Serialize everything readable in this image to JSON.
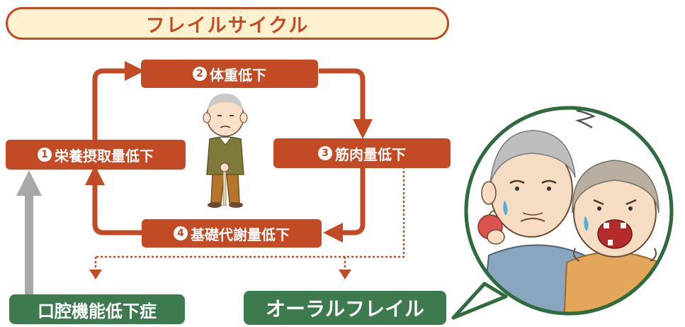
{
  "title": "フレイルサイクル",
  "steps": [
    {
      "num": "1",
      "label": "栄養摂取量低下"
    },
    {
      "num": "2",
      "label": "体重低下"
    },
    {
      "num": "3",
      "label": "筋肉量低下"
    },
    {
      "num": "4",
      "label": "基礎代謝量低下"
    }
  ],
  "outcomes": {
    "oral_decline": "口腔機能低下症",
    "oral_frailty": "オーラルフレイル"
  },
  "colors": {
    "primary": "#c24a25",
    "title_bg": "#fdf1cf",
    "green": "#3d7a4e",
    "gray_arrow": "#a8a8a8"
  },
  "illustrations": [
    "elderly-man-figure",
    "worried-elderly-couple"
  ]
}
